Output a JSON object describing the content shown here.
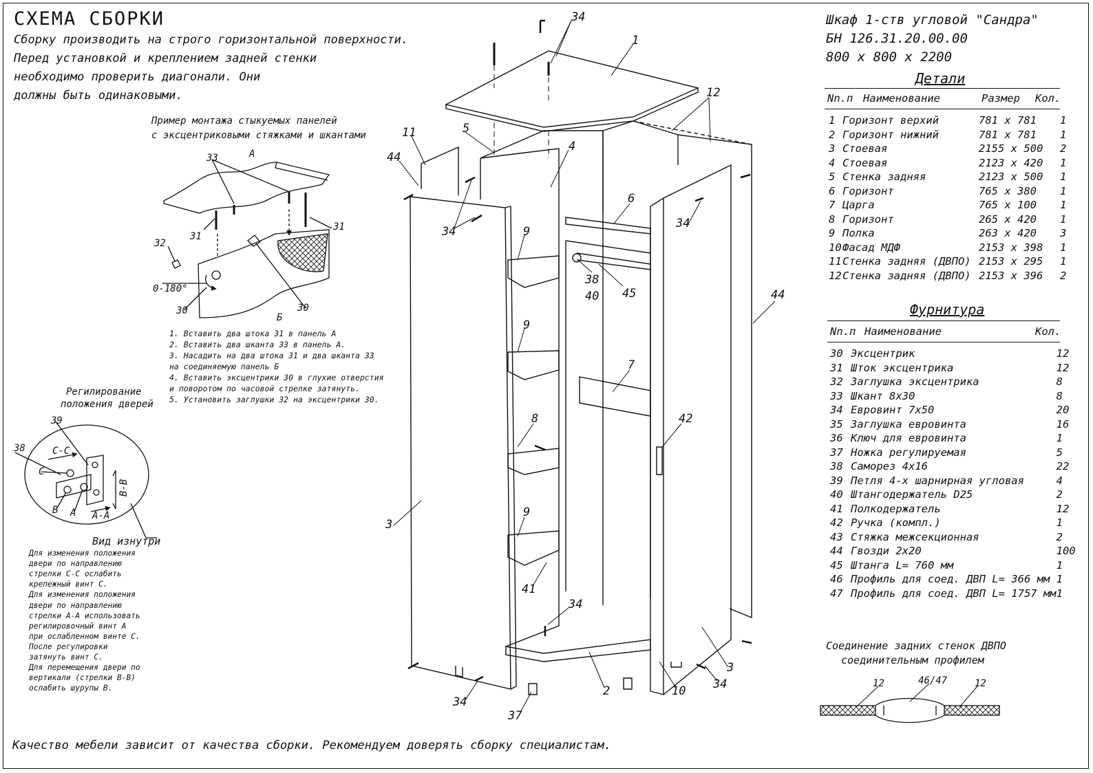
{
  "title": "СХЕМА СБОРКИ",
  "intro_lines": [
    "Сборку производить на строго горизонтальной поверхности.",
    "Перед установкой и креплением задней стенки",
    "необходимо проверить диагонали. Они",
    "должны быть одинаковыми."
  ],
  "mount_example": {
    "title_lines": [
      "Пример монтажа стыкуемых панелей",
      "с эксцентриковыми стяжками и шкантами"
    ],
    "labels": {
      "A": "А",
      "B": "Б",
      "angle": "0-180°",
      "p33": "33",
      "p31a": "31",
      "p31b": "31",
      "p32": "32",
      "p30a": "30",
      "p30b": "30"
    },
    "steps": [
      "1. Вставить два штока 31 в панель А",
      "2. Вставить два шканта 33 в панель А.",
      "3. Насадить на два штока 31 и два шканта 33",
      "    на соединяемую панель Б",
      "4. Вставить эксцентрики 30 в глухие отверстия",
      "    и поворотом по часовой стрелке затянуть.",
      "5. Установить заглушки 32 на эксцентрики 30."
    ]
  },
  "door_adjust": {
    "title_lines": [
      "Регилирование",
      "положения дверей"
    ],
    "labels": {
      "p39": "39",
      "p38": "38",
      "cc": "С-С",
      "c": "С",
      "b": "В",
      "a": "А",
      "aa": "А-А",
      "bb": "В-В"
    },
    "view_label": "Вид изнутри",
    "notes": [
      "Для изменения положения",
      "двери по направлению",
      "стрелки С-С ослабить",
      "крепежный винт С.",
      "Для изменения положения",
      "двери по направлению",
      "стрелки А-А использовать",
      "регилировочный винт А",
      "при ослабленном винте С.",
      "После регулировки",
      "затянуть винт С.",
      "Для перемещения двери по",
      "вертикали (стрелки В-В)",
      "ослабить шурупы В."
    ]
  },
  "product": {
    "name": "Шкаф 1-ств угловой \"Сандра\"",
    "code": "БН 126.31.20.00.00",
    "dims": "800 х 800 х 2200"
  },
  "parts_section": {
    "title": "Детали",
    "headers": {
      "num": "Nn.п",
      "name": "Наименование",
      "size": "Размер",
      "qty": "Кол."
    },
    "rows": [
      {
        "num": "1",
        "name": "Горизонт верхий",
        "size": "781 х 781",
        "qty": "1"
      },
      {
        "num": "2",
        "name": "Горизонт нижний",
        "size": "781 х 781",
        "qty": "1"
      },
      {
        "num": "3",
        "name": "Стоевая",
        "size": "2155 х 500",
        "qty": "2"
      },
      {
        "num": "4",
        "name": "Стоевая",
        "size": "2123 х 420",
        "qty": "1"
      },
      {
        "num": "5",
        "name": "Стенка задняя",
        "size": "2123 х 500",
        "qty": "1"
      },
      {
        "num": "6",
        "name": "Горизонт",
        "size": "765 х 380",
        "qty": "1"
      },
      {
        "num": "7",
        "name": "Царга",
        "size": "765 х 100",
        "qty": "1"
      },
      {
        "num": "8",
        "name": "Горизонт",
        "size": "265 х 420",
        "qty": "1"
      },
      {
        "num": "9",
        "name": "Полка",
        "size": "263 х 420",
        "qty": "3"
      },
      {
        "num": "10",
        "name": "Фасад МДФ",
        "size": "2153 х 398",
        "qty": "1"
      },
      {
        "num": "11",
        "name": "Стенка задняя (ДВПО)",
        "size": "2153 х 295",
        "qty": "1"
      },
      {
        "num": "12",
        "name": "Стенка задняя (ДВПО)",
        "size": "2153 х 396",
        "qty": "2"
      }
    ]
  },
  "hardware_section": {
    "title": "Фурнитура",
    "headers": {
      "num": "Nn.п",
      "name": "Наименование",
      "qty": "Кол."
    },
    "rows": [
      {
        "num": "30",
        "name": "Эксцентрик",
        "qty": "12"
      },
      {
        "num": "31",
        "name": "Шток эксцентрика",
        "qty": "12"
      },
      {
        "num": "32",
        "name": "Заглушка эксцентрика",
        "qty": "8"
      },
      {
        "num": "33",
        "name": "Шкант 8х30",
        "qty": "8"
      },
      {
        "num": "34",
        "name": "Евровинт 7х50",
        "qty": "20"
      },
      {
        "num": "35",
        "name": "Заглушка евровинта",
        "qty": "16"
      },
      {
        "num": "36",
        "name": "Ключ для евровинта",
        "qty": "1"
      },
      {
        "num": "37",
        "name": "Ножка регулируемая",
        "qty": "5"
      },
      {
        "num": "38",
        "name": "Саморез 4х16",
        "qty": "22"
      },
      {
        "num": "39",
        "name": "Петля 4-х шарнирная угловая",
        "qty": "4"
      },
      {
        "num": "40",
        "name": "Штангодержатель D25",
        "qty": "2"
      },
      {
        "num": "41",
        "name": "Полкодержатель",
        "qty": "12"
      },
      {
        "num": "42",
        "name": "Ручка (компл.)",
        "qty": "1"
      },
      {
        "num": "43",
        "name": "Стяжка межсекционная",
        "qty": "2"
      },
      {
        "num": "44",
        "name": "Гвозди 2х20",
        "qty": "100"
      },
      {
        "num": "45",
        "name": "Штанга L= 760 мм",
        "qty": "1"
      },
      {
        "num": "46",
        "name": "Профиль для соед. ДВП L= 366 мм",
        "qty": "1"
      },
      {
        "num": "47",
        "name": "Профиль для соед. ДВП L= 1757 мм",
        "qty": "1"
      }
    ]
  },
  "back_join": {
    "title_lines": [
      "Соединение задних стенок ДВПО",
      "соединительным профилем"
    ],
    "labels": {
      "left": "12",
      "mid": "46/47",
      "right": "12"
    }
  },
  "callouts": {
    "c34_top": "34",
    "c1": "1",
    "c12": "12",
    "c11": "11",
    "c5": "5",
    "c4": "4",
    "c44_left": "44",
    "c34_left": "34",
    "c9a": "9",
    "c6": "6",
    "c34_right": "34",
    "c38": "38",
    "c40": "40",
    "c45": "45",
    "c44_right": "44",
    "c9b": "9",
    "c7": "7",
    "c8": "8",
    "c42": "42",
    "c9c": "9",
    "c3_left": "3",
    "c41": "41",
    "c34_mid": "34",
    "c3_right": "3",
    "c2": "2",
    "c10": "10",
    "c34_bottom_right": "34",
    "c34_bottom_left": "34",
    "c37": "37"
  },
  "footer": "Качество мебели зависит от качества сборки. Рекомендуем доверять сборку специалистам."
}
